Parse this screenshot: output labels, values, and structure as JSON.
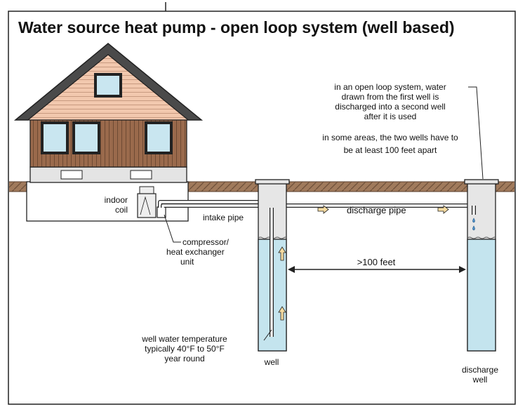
{
  "title": "Water source heat pump - open loop system (well based)",
  "labels": {
    "indoor_coil_1": "indoor",
    "indoor_coil_2": "coil",
    "compressor_1": "compressor/",
    "compressor_2": "heat exchanger",
    "compressor_3": "unit",
    "intake_pipe": "intake pipe",
    "discharge_pipe": "discharge pipe",
    "distance": ">100 feet",
    "well": "well",
    "discharge_well_1": "discharge",
    "discharge_well_2": "well",
    "well_temp_1": "well water temperature",
    "well_temp_2": "typically 40°F to 50°F",
    "well_temp_3": "year round"
  },
  "notes": {
    "open_loop_1": "in an open loop system, water",
    "open_loop_2": "drawn from the first well is",
    "open_loop_3": "discharged into a second well",
    "open_loop_4": "after it is used",
    "distance_1": "in some areas, the two wells have to",
    "distance_2": "be at least 100 feet apart"
  },
  "colors": {
    "water": "#c4e4ee",
    "well_casing": "#e6e6e6",
    "ground": "#a07a5c",
    "siding": "#9a6a4c",
    "roof_shingles": "#f2c8ae",
    "flow_arrow": "#f6dca2"
  }
}
